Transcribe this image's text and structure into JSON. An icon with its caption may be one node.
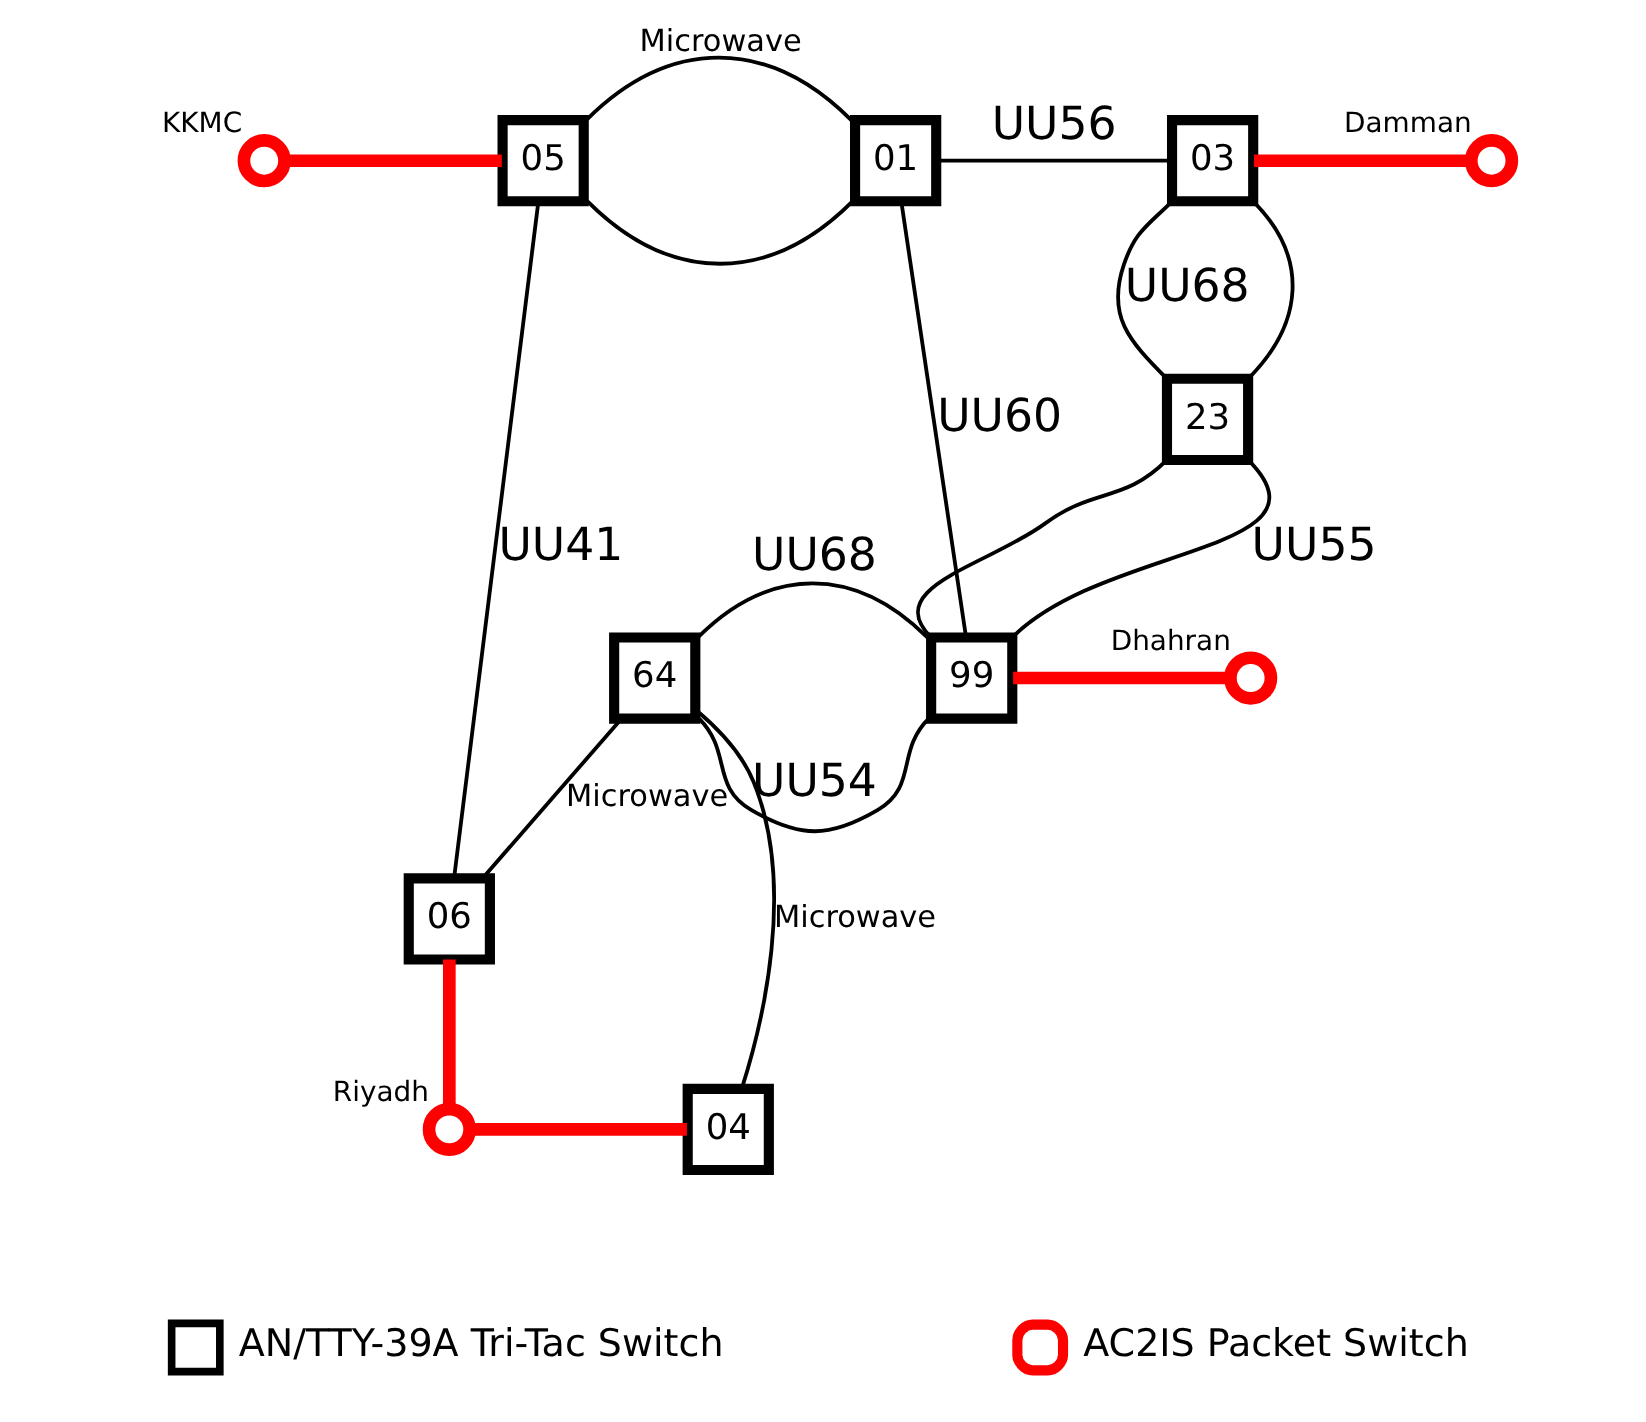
{
  "diagram": {
    "nodes": [
      {
        "text": [],
        "shape": "circle",
        "beside": [
          "KKMC"
        ]
      },
      {
        "text": [
          "05"
        ]
      },
      {
        "text": [
          "01"
        ]
      },
      {
        "text": [
          "03"
        ]
      },
      {
        "text": [],
        "shape": "circle",
        "beside": [
          "Damman"
        ]
      },
      {
        "text": [
          "23"
        ]
      },
      {
        "text": [
          "64"
        ]
      },
      {
        "text": [
          "99"
        ]
      },
      {
        "text": [],
        "shape": "circle",
        "beside": [
          "Dhahran"
        ]
      },
      {
        "text": [
          "06"
        ]
      },
      {
        "text": [],
        "shape": "circle",
        "beside": [
          "Riyadh"
        ]
      },
      {
        "text": [
          "04"
        ]
      }
    ],
    "edges": [
      {
        "from": 0,
        "to": 1,
        "arrow": "none",
        "style": "thick",
        "color": "#ff0000"
      },
      {
        "from": 1,
        "to": 2,
        "arrow": "none",
        "label": "Microwave"
      },
      {
        "from": 1,
        "to": 2,
        "arrow": "none"
      },
      {
        "from": 2,
        "to": 3,
        "arrow": "none",
        "label": "UU56"
      },
      {
        "from": 3,
        "to": 4,
        "arrow": "none",
        "style": "thick",
        "color": "#ff0000"
      },
      {
        "from": 3,
        "to": 5,
        "arrow": "none",
        "label": "UU68"
      },
      {
        "from": 3,
        "to": 5,
        "arrow": "none"
      },
      {
        "from": 2,
        "to": 7,
        "arrow": "none",
        "label": "UU60"
      },
      {
        "from": 5,
        "to": 7,
        "arrow": "none"
      },
      {
        "from": 5,
        "to": 7,
        "arrow": "none",
        "label": "UU55"
      },
      {
        "from": 1,
        "to": 9,
        "arrow": "none",
        "label": "UU41"
      },
      {
        "from": 6,
        "to": 7,
        "arrow": "none",
        "label": "UU68"
      },
      {
        "from": 6,
        "to": 7,
        "arrow": "none",
        "label": "UU54"
      },
      {
        "from": 7,
        "to": 8,
        "arrow": "none",
        "style": "thick",
        "color": "#ff0000"
      },
      {
        "from": 9,
        "to": 6,
        "arrow": "none",
        "label": "Microwave"
      },
      {
        "from": 9,
        "to": 10,
        "arrow": "none",
        "style": "thick",
        "color": "#ff0000"
      },
      {
        "from": 10,
        "to": 11,
        "arrow": "none",
        "style": "thick",
        "color": "#ff0000"
      },
      {
        "from": 11,
        "to": 6,
        "arrow": "none",
        "label": "Microwave"
      }
    ],
    "legend": [
      {
        "text": "AN/TTY-39A Tri-Tac Switch"
      },
      {
        "text": "AC2IS Packet Switch"
      }
    ]
  }
}
